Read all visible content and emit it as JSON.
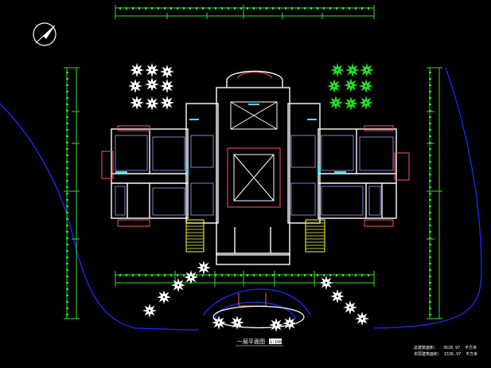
{
  "drawing": {
    "title": "一层平面图",
    "scale_label": "1:100",
    "area_notes": [
      {
        "label": "总建筑面积:",
        "value": "3628.97",
        "unit": "平方米"
      },
      {
        "label": "本层建筑面积:",
        "value": "1536.97",
        "unit": "平方米"
      }
    ]
  },
  "colors": {
    "background": "#000000",
    "dimension": "#33dd33",
    "walls": "#ffffff",
    "walls_secondary": "#9aa0ff",
    "road": "#1a2aff",
    "accent_red": "#ff5555",
    "accent_cyan": "#44e0ff",
    "stairs": "#ffff33",
    "tree_green": "#22dd22",
    "tree_white": "#ffffff"
  },
  "icons": [
    "north-arrow-icon",
    "tree-icon"
  ]
}
